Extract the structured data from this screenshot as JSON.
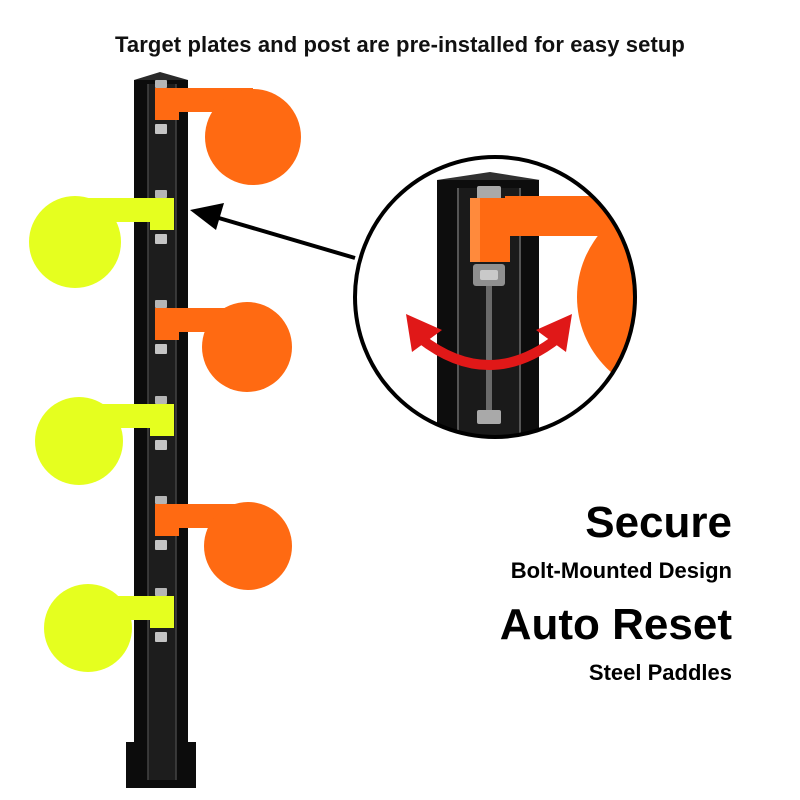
{
  "headline": "Target plates and post are pre-installed for easy setup",
  "features": [
    {
      "title": "Secure",
      "subtitle": "Bolt-Mounted Design"
    },
    {
      "title": "Auto Reset",
      "subtitle": "Steel Paddles"
    }
  ],
  "colors": {
    "orange": "#ff6a12",
    "yellow": "#e5ff1f",
    "post": "#0c0c0c",
    "arrow_red": "#e01818",
    "pointer": "#000000"
  },
  "paddles": [
    {
      "color": "orange",
      "side": "right"
    },
    {
      "color": "yellow",
      "side": "left"
    },
    {
      "color": "orange",
      "side": "right"
    },
    {
      "color": "yellow",
      "side": "left"
    },
    {
      "color": "orange",
      "side": "right"
    },
    {
      "color": "yellow",
      "side": "left"
    }
  ],
  "icons": [
    "pointer-arrow-icon",
    "rotation-arrow-icon"
  ]
}
